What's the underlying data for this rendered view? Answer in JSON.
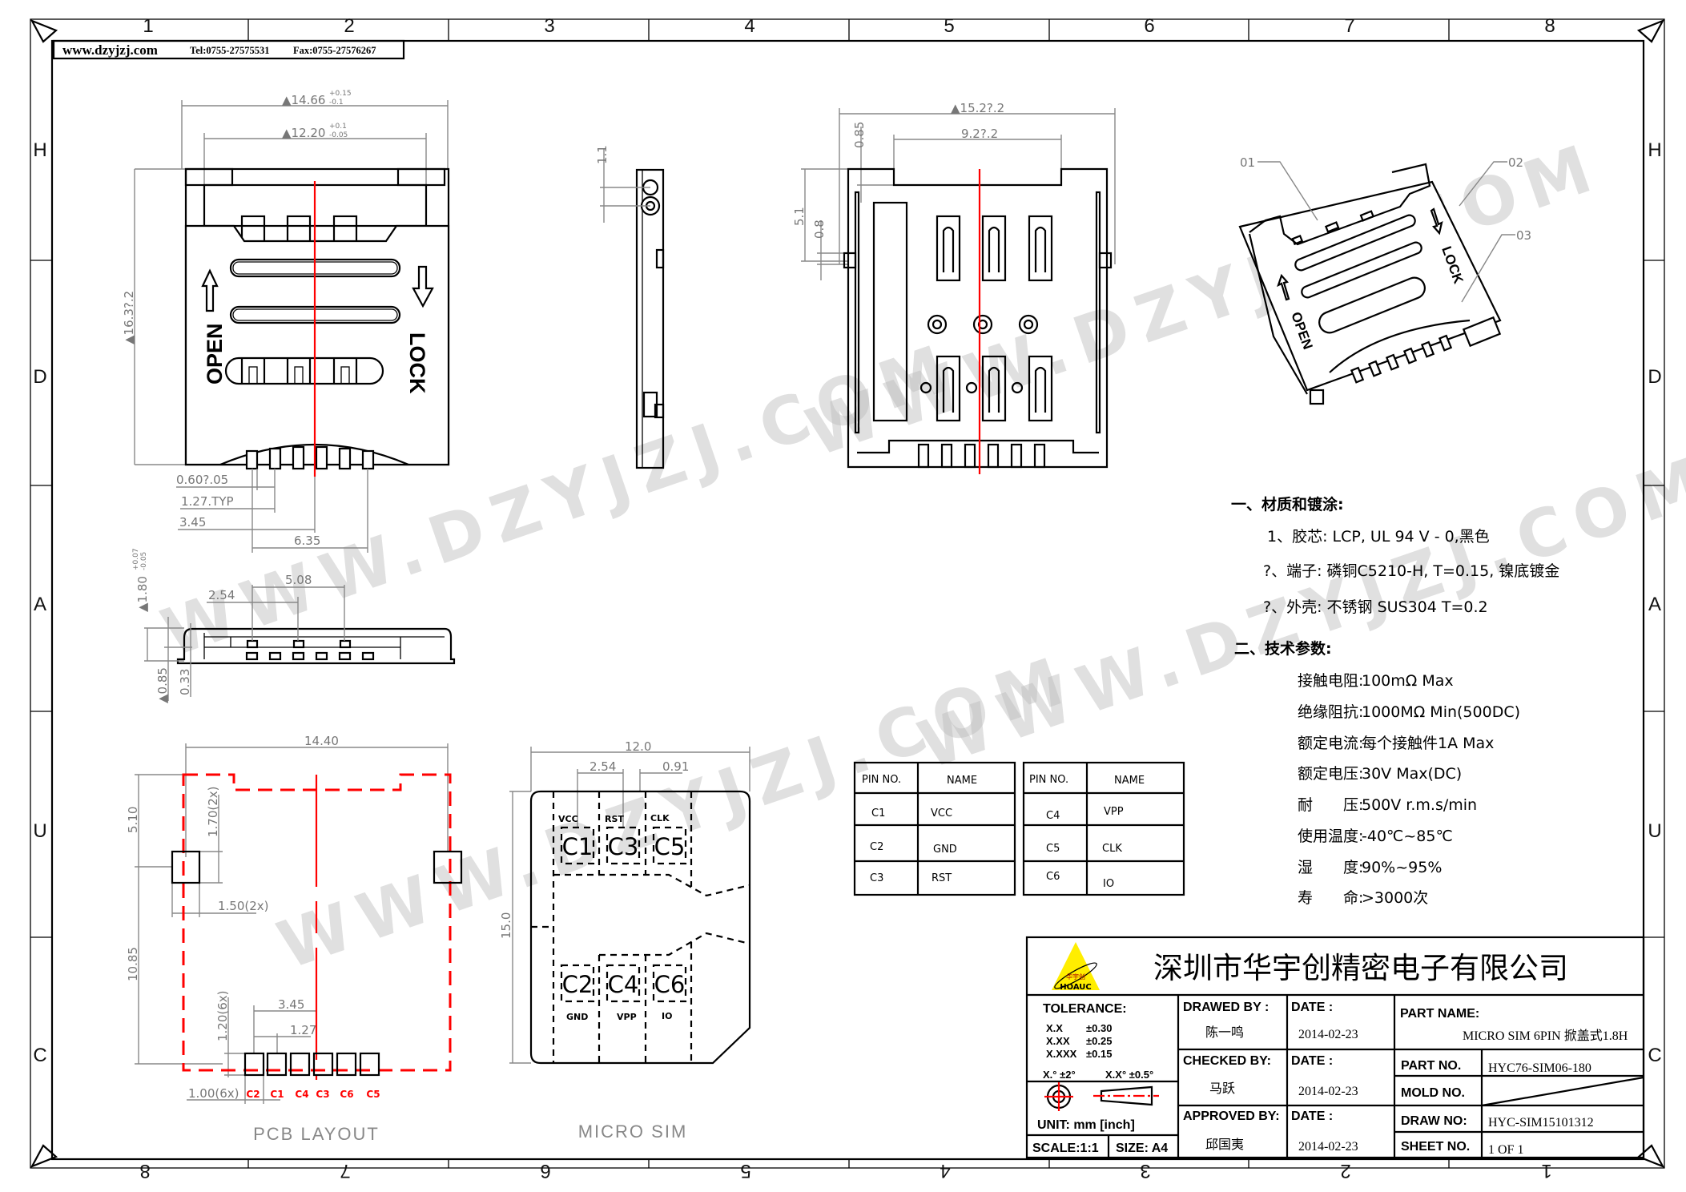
{
  "header": {
    "website": "www.dzyjzj.com",
    "tel": "Tel:0755-27575531",
    "fax": "Fax:0755-27576267"
  },
  "frame": {
    "columns_top": [
      "1",
      "2",
      "3",
      "4",
      "5",
      "6",
      "7",
      "8"
    ],
    "columns_bottom": [
      "8",
      "7",
      "6",
      "5",
      "4",
      "3",
      "2",
      "1"
    ],
    "rows": [
      "H",
      "D",
      "A",
      "U",
      "C"
    ]
  },
  "watermark": "WWW.DZYJZJ.COM",
  "front_view": {
    "dim_width": "▲14.66",
    "dim_width_plus": "+0.15",
    "dim_width_minus": "-0.1",
    "dim_inner": "▲12.20",
    "dim_inner_plus": "+0.1",
    "dim_inner_minus": "-0.05",
    "dim_height": "▲16.3?.2",
    "open_label": "OPEN",
    "lock_label": "LOCK",
    "dim_pin_width": "0.60?.05",
    "dim_pitch": "1.27.TYP",
    "dim_345": "3.45",
    "dim_635": "6.35"
  },
  "bottom_view": {
    "dim_508": "5.08",
    "dim_254": "2.54",
    "dim_height": "▲1.80",
    "dim_height_plus": "+0.07",
    "dim_height_minus": "-0.05",
    "dim_085": "▲0.85",
    "dim_033": "0.33"
  },
  "side_view": {
    "dim_11": "1.1"
  },
  "top_view": {
    "dim_width": "▲15.2?.2",
    "dim_inner": "9.2?.2",
    "dim_085": "0.85",
    "dim_51": "5.1",
    "dim_08": "0.8"
  },
  "iso_view": {
    "callouts": [
      "01",
      "02",
      "03"
    ],
    "open_label": "OPEN",
    "lock_label": "LOCK"
  },
  "specs": {
    "heading1": "一、材质和镀涂:",
    "materials": [
      "1、胶芯: LCP, UL 94 V - 0,黑色",
      "?、端子: 磷铜C5210-H, T=0.15, 镍底镀金",
      "?、外壳: 不锈钢 SUS304 T=0.2"
    ],
    "heading2": "二、技术参数:",
    "params": [
      {
        "label": "接触电阻:",
        "value": "100mΩ Max"
      },
      {
        "label": "绝缘阻抗:",
        "value": "1000MΩ Min(500DC)"
      },
      {
        "label": "额定电流:",
        "value": "每个接触件1A Max"
      },
      {
        "label": "额定电压:",
        "value": "30V Max(DC)"
      },
      {
        "label": "耐　　压:",
        "value": "500V r.m.s/min"
      },
      {
        "label": "使用温度:",
        "value": "-40℃~85℃"
      },
      {
        "label": "湿　　度:",
        "value": "90%~95%"
      },
      {
        "label": "寿　　命:",
        "value": ">3000次"
      }
    ]
  },
  "pin_table": {
    "headers": [
      "PIN NO.",
      "NAME",
      "PIN NO.",
      "NAME"
    ],
    "rows": [
      [
        "C1",
        "VCC",
        "C4",
        "VPP"
      ],
      [
        "C2",
        "GND",
        "C5",
        "CLK"
      ],
      [
        "C3",
        "RST",
        "C6",
        "IO"
      ]
    ]
  },
  "pcb_layout": {
    "title": "PCB LAYOUT",
    "dim_width": "14.40",
    "dim_510": "5.10",
    "dim_1085": "10.85",
    "dim_170": "1.70(2x)",
    "dim_150": "1.50(2x)",
    "dim_345": "3.45",
    "dim_127": "1.27",
    "dim_120": "1.20(6x)",
    "dim_100": "1.00(6x)",
    "pad_labels": [
      "C2",
      "C1",
      "C4",
      "C3",
      "C6",
      "C5"
    ]
  },
  "micro_sim": {
    "title": "MICRO SIM",
    "dim_width": "12.0",
    "dim_254": "2.54",
    "dim_091": "0.91",
    "dim_height": "15.0",
    "top_contacts": [
      {
        "id": "C1",
        "name": "VCC"
      },
      {
        "id": "C3",
        "name": "RST"
      },
      {
        "id": "C5",
        "name": "CLK"
      }
    ],
    "bottom_contacts": [
      {
        "id": "C2",
        "name": "GND"
      },
      {
        "id": "C4",
        "name": "VPP"
      },
      {
        "id": "C6",
        "name": "IO"
      }
    ]
  },
  "title_block": {
    "logo_text": "HOAUC",
    "logo_cn": "华宇创",
    "company": "深圳市华宇创精密电子有限公司",
    "tolerance_label": "TOLERANCE:",
    "tolerances": [
      [
        "X.X",
        "±0.30"
      ],
      [
        "X.XX",
        "±0.25"
      ],
      [
        "X.XXX",
        "±0.15"
      ]
    ],
    "angle_tol_1": "X.° ±2°",
    "angle_tol_2": "X.X° ±0.5°",
    "unit": "UNIT:  mm  [inch]",
    "scale": "SCALE:1:1",
    "size": "SIZE:  A4",
    "drawed_by_label": "DRAWED BY :",
    "drawed_by": "陈一鸣",
    "checked_by_label": "CHECKED BY:",
    "checked_by": "马跃",
    "approved_by_label": "APPROVED BY:",
    "approved_by": "邱国夷",
    "date_label": "DATE :",
    "date_drawed": "2014-02-23",
    "date_checked": "2014-02-23",
    "date_approved": "2014-02-23",
    "part_name_label": "PART NAME:",
    "part_name": "MICRO SIM 6PIN 掀盖式1.8H",
    "part_no_label": "PART NO.",
    "part_no": "HYC76-SIM06-180",
    "mold_no_label": "MOLD NO.",
    "draw_no_label": "DRAW NO:",
    "draw_no": "HYC-SIM15101312",
    "sheet_no_label": "SHEET NO.",
    "sheet_no": "1 OF 1"
  },
  "colors": {
    "centerline": "#ff0000",
    "dimension": "#888888",
    "outline": "#000000"
  }
}
